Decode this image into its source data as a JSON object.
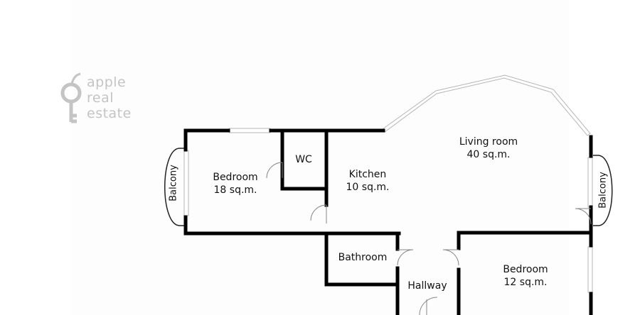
{
  "logo": {
    "line1": "apple",
    "line2": "real",
    "line3": "estate"
  },
  "rooms": {
    "bedroom_left": {
      "name": "Bedroom",
      "area": "18 sq.m."
    },
    "wc": {
      "name": "WC"
    },
    "kitchen": {
      "name": "Kitchen",
      "area": "10 sq.m."
    },
    "living_room": {
      "name": "Living room",
      "area": "40 sq.m."
    },
    "bathroom": {
      "name": "Bathroom"
    },
    "hallway": {
      "name": "Hallway"
    },
    "bedroom_right": {
      "name": "Bedroom",
      "area": "12 sq.m."
    },
    "balcony_left": {
      "name": "Balcony"
    },
    "balcony_right": {
      "name": "Balcony"
    }
  },
  "colors": {
    "wall": "#000000",
    "window": "#b5b5b5",
    "door": "#888888",
    "logo": "#c4c4c4",
    "page_panel": "#fdfdfd"
  }
}
